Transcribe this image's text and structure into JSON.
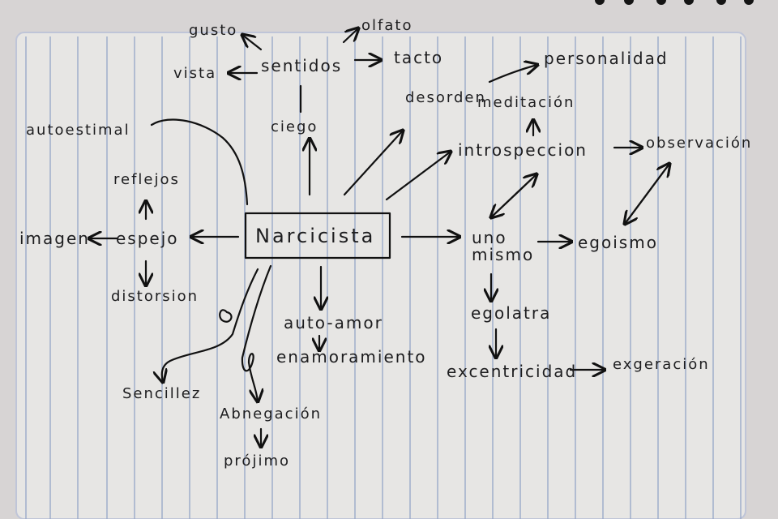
{
  "diagram": {
    "center": "Narcicista",
    "sentidos": "sentidos",
    "gusto": "gusto",
    "olfato": "olfato",
    "vista": "vista",
    "tacto": "tacto",
    "ciego": "ciego",
    "autoestima": "autoestimal",
    "reflejos": "reflejos",
    "imagen": "imagen",
    "espejo": "espejo",
    "distorsion": "distorsion",
    "desorden": "desorden",
    "personalidad": "personalidad",
    "meditacion": "meditación",
    "introspeccion": "introspeccion",
    "observacion": "observación",
    "uno_mismo_line1": "uno",
    "uno_mismo_line2": "mismo",
    "egoismo": "egoismo",
    "egolatra": "egolatra",
    "excentricidad": "excentricidad",
    "exageracion": "exgeración",
    "auto_amor": "auto-amor",
    "enamoramiento": "enamoramiento",
    "sencillez": "Sencillez",
    "abnegacion": "Abnegación",
    "projimo": "prójimo"
  }
}
